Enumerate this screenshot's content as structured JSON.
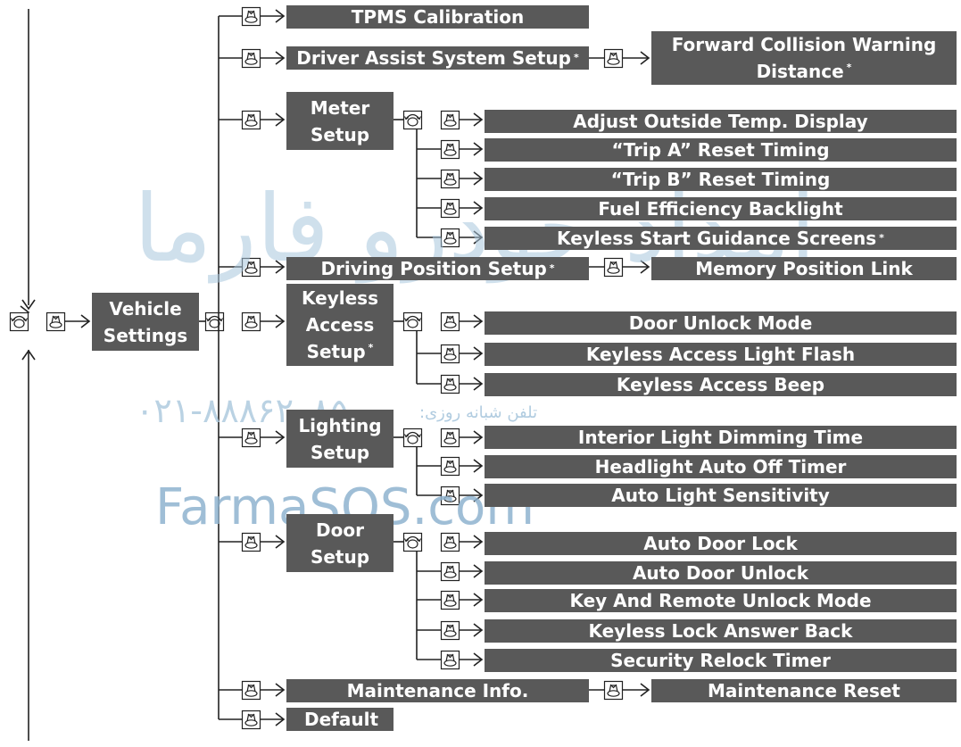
{
  "root": {
    "label": "Vehicle Settings"
  },
  "items": [
    {
      "label": "TPMS Calibration"
    },
    {
      "label": "Driver Assist System Setup",
      "star": "*",
      "children": [
        {
          "label": "Forward Collision Warning Distance",
          "star": "*"
        }
      ]
    },
    {
      "label": "Meter Setup",
      "children": [
        {
          "label": "Adjust Outside Temp. Display"
        },
        {
          "label": "“Trip A” Reset Timing"
        },
        {
          "label": "“Trip B” Reset Timing"
        },
        {
          "label": "Fuel Efficiency Backlight"
        },
        {
          "label": "Keyless Start Guidance Screens",
          "star": "*"
        }
      ]
    },
    {
      "label": "Driving Position Setup",
      "star": "*",
      "children": [
        {
          "label": "Memory Position Link"
        }
      ]
    },
    {
      "label": "Keyless Access Setup",
      "star": "*",
      "children": [
        {
          "label": "Door Unlock Mode"
        },
        {
          "label": "Keyless Access Light Flash"
        },
        {
          "label": "Keyless Access Beep"
        }
      ]
    },
    {
      "label": "Lighting Setup",
      "children": [
        {
          "label": "Interior Light Dimming Time"
        },
        {
          "label": "Headlight Auto Off Timer"
        },
        {
          "label": "Auto Light Sensitivity"
        }
      ]
    },
    {
      "label": "Door Setup",
      "children": [
        {
          "label": "Auto Door Lock"
        },
        {
          "label": "Auto Door Unlock"
        },
        {
          "label": "Key And Remote Unlock Mode"
        },
        {
          "label": "Keyless Lock Answer Back"
        },
        {
          "label": "Security Relock Timer"
        }
      ]
    },
    {
      "label": "Maintenance Info.",
      "children": [
        {
          "label": "Maintenance Reset"
        }
      ]
    },
    {
      "label": "Default"
    }
  ],
  "watermark": {
    "persian": "امداد خودرو فارما",
    "phone_label": "تلفن شبانه روزی:",
    "phone": "۰۲۱-۸۸۸۶۲۰۸۵",
    "brand": "FarmaSOS.com"
  },
  "icons": {
    "knob": "selector-knob-icon",
    "dial": "dial-rotate-icon"
  }
}
